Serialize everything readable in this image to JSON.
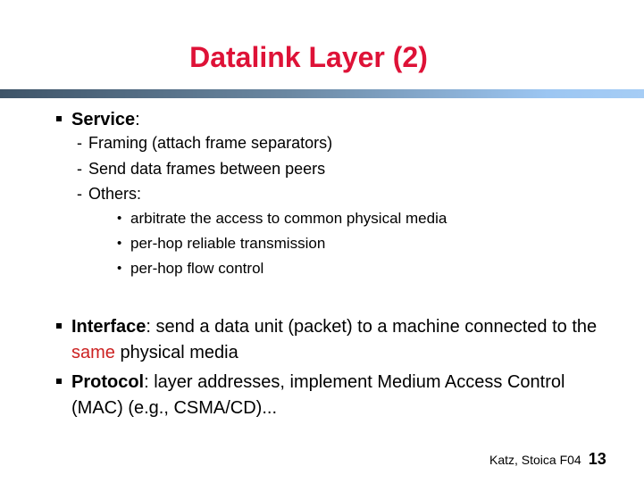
{
  "slide": {
    "title": "Datalink Layer (2)",
    "service": {
      "term": "Service",
      "colon": ":",
      "items": [
        "Framing (attach frame separators)",
        "Send data frames between peers",
        "Others:"
      ],
      "others_items": [
        "arbitrate the access to common physical media",
        "per-hop reliable transmission",
        "per-hop flow control"
      ]
    },
    "interface": {
      "term": "Interface",
      "before_highlight": ": send a data unit (packet) to a machine connected to the ",
      "highlight": "same",
      "after_highlight": " physical media"
    },
    "protocol": {
      "term": "Protocol",
      "rest": ": layer addresses, implement Medium Access Control (MAC) (e.g., CSMA/CD)..."
    },
    "footer": {
      "credit": "Katz, Stoica F04",
      "page_number": "13"
    },
    "colors": {
      "title_red": "#DE1237",
      "highlight_red": "#CC2222",
      "bar_gradient_left": "#3E5468",
      "bar_gradient_right": "#9CC6F2"
    }
  }
}
